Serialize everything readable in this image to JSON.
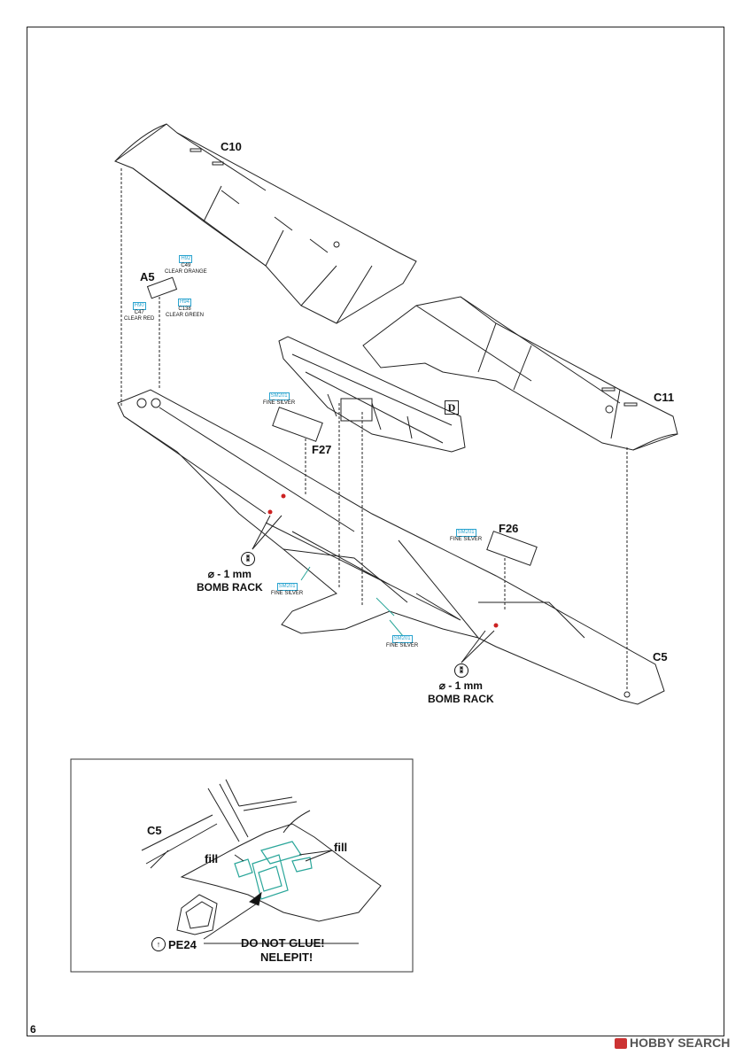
{
  "labels": {
    "c10": "C10",
    "c11": "C11",
    "c5": "C5",
    "a5": "A5",
    "f27": "F27",
    "f26": "F26",
    "d": "D"
  },
  "paints": {
    "h92_code": "H92",
    "h92_line1": "C49",
    "h92_line2": "CLEAR ORANGE",
    "h90_code": "H90",
    "h90_line1": "C47",
    "h90_line2": "CLEAR RED",
    "h94_code": "H94",
    "h94_line1": "C138",
    "h94_line2": "CLEAR GREEN",
    "sm201_code": "SM201",
    "sm201_name": "FINE SILVER"
  },
  "bomb_rack": {
    "icon": "drill-icon",
    "size": "⌀ - 1 mm",
    "label": "BOMB RACK"
  },
  "inset": {
    "c5": "C5",
    "fill_left": "fill",
    "fill_right": "fill",
    "pe24": "PE24",
    "warning_line1": "DO NOT GLUE!",
    "warning_line2": "NELEPIT!"
  },
  "page_number": "6",
  "watermark": "HOBBY SEARCH",
  "colors": {
    "paint_code_border": "#29a3cf",
    "line": "#111111",
    "fill_highlight": "#2aa69a"
  }
}
